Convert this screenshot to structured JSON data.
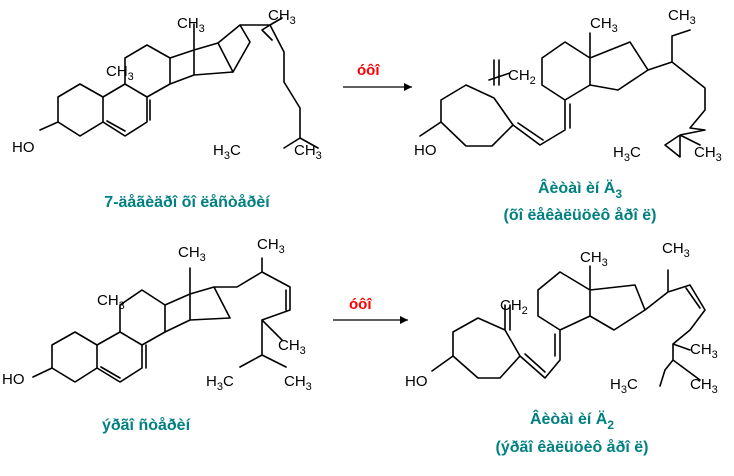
{
  "atoms": {
    "ch3": "CH",
    "ch2": "CH",
    "h3c": "H",
    "c": "C",
    "ho": "HO",
    "three": "3",
    "two": "2"
  },
  "reaction1": {
    "condition": "óôî",
    "reactant_caption": "7-äåãèäðî õî ëåñòåðèí",
    "product_caption_main": "Âèòàì èí  Ä",
    "product_caption_sub": "3",
    "product_caption_2": "(õî ëåêàëüöèô åðî ë)"
  },
  "reaction2": {
    "condition": "óôî",
    "reactant_caption": "ýðãî ñòåðèí",
    "product_caption_main": "Âèòàì èí  Ä",
    "product_caption_sub": "2",
    "product_caption_2": "(ýðãî êàëüöèô åðî ë)"
  },
  "colors": {
    "condition": "#ff0000",
    "caption": "#008080",
    "bond": "#000000"
  }
}
